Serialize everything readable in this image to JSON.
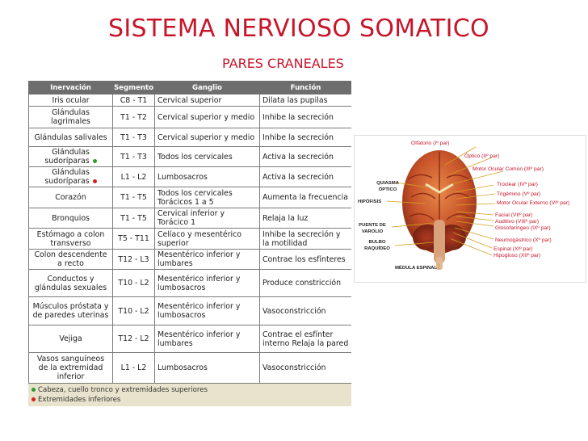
{
  "title": "SISTEMA NERVIOSO SOMATICO",
  "subtitle": "PARES CRANEALES",
  "colors": {
    "title": "#c8152a",
    "legend_green": "#2e9b2e",
    "legend_red": "#d42020"
  },
  "table": {
    "headers": [
      "Inervación",
      "Segmento",
      "Ganglio",
      "Función"
    ],
    "rows": [
      {
        "organ": "Iris ocular",
        "dot": "",
        "segment": "C8 - T1",
        "ganglion": "Cervical superior",
        "function": "Dilata las pupilas"
      },
      {
        "organ": "Glándulas lagrimales",
        "dot": "",
        "segment": "T1 - T2",
        "ganglion": "Cervical superior y medio",
        "function": "Inhibe la secreción"
      },
      {
        "organ": "Glándulas salivales",
        "dot": "",
        "segment": "T1 - T3",
        "ganglion": "Cervical superior y medio",
        "function": "Inhibe la  secreción"
      },
      {
        "organ": "Glándulas sudoríparas",
        "dot": "green",
        "segment": "T1 - T3",
        "ganglion": "Todos los cervicales",
        "function": "Activa la secreción"
      },
      {
        "organ": "Glándulas sudoríparas",
        "dot": "red",
        "segment": "L1 - L2",
        "ganglion": "Lumbosacros",
        "function": "Activa la secreción"
      },
      {
        "organ": "Corazón",
        "dot": "",
        "segment": "T1 - T5",
        "ganglion": "Todos los cervicales Torácicos 1 a 5",
        "function": "Aumenta la frecuencia"
      },
      {
        "organ": "Bronquios",
        "dot": "",
        "segment": "T1 - T5",
        "ganglion": "Cervical inferior y Torácico 1",
        "function": "Relaja la luz"
      },
      {
        "organ": "Estómago a colon transverso",
        "dot": "",
        "segment": "T5 - T11",
        "ganglion": "Celíaco y mesentérico superior",
        "function": "Inhibe la secreción y la motilidad"
      },
      {
        "organ": "Colon descendente a recto",
        "dot": "",
        "segment": "T12 - L3",
        "ganglion": "Mesentérico inferior y lumbares",
        "function": "Contrae los esfínteres"
      },
      {
        "organ": "Conductos y glándulas sexuales",
        "dot": "",
        "segment": "T10 - L2",
        "ganglion": "Mesentérico inferior y lumbosacros",
        "function": "Produce constricción"
      },
      {
        "organ": "Músculos próstata y de paredes uterinas",
        "dot": "",
        "segment": "T10 - L2",
        "ganglion": "Mesentérico inferior y lumbosacros",
        "function": "Vasoconstricción"
      },
      {
        "organ": "Vejiga",
        "dot": "",
        "segment": "T12 - L2",
        "ganglion": "Mesentérico inferior y lumbares",
        "function": "Contrae el esfínter interno Relaja la pared"
      },
      {
        "organ": "Vasos sanguíneos de la extremidad inferior",
        "dot": "",
        "segment": "L1 - L2",
        "ganglion": "Lumbosacros",
        "function": "Vasoconstricción"
      }
    ],
    "legend": [
      {
        "dot": "green",
        "text": "Cabeza, cuello tronco y extremidades superiores"
      },
      {
        "dot": "red",
        "text": "Extremidades inferiores"
      }
    ]
  },
  "figure": {
    "labels_right": [
      "Olfatorio (Iº par)",
      "Óptico (IIº par)",
      "Motor Ocular Común (IIIº par)",
      "Troclear (IVº par)",
      "Trigémino (Vº par)",
      "Motor Ocular Externo (VIº par)",
      "Facial (VIIº par)",
      "Auditivo (VIIIº par)",
      "Glosofaríngeo (IXº par)",
      "Neumogástrico (Xº par)",
      "Espinal (XIº par)",
      "Hipogloso (XIIº par)"
    ],
    "labels_left": [
      "QUIASMA ÓPTICO",
      "HIPÓFISIS",
      "PUENTE DE VAROLIO",
      "BULBO RAQUÍDEO",
      "MÉDULA ESPINAL"
    ]
  }
}
